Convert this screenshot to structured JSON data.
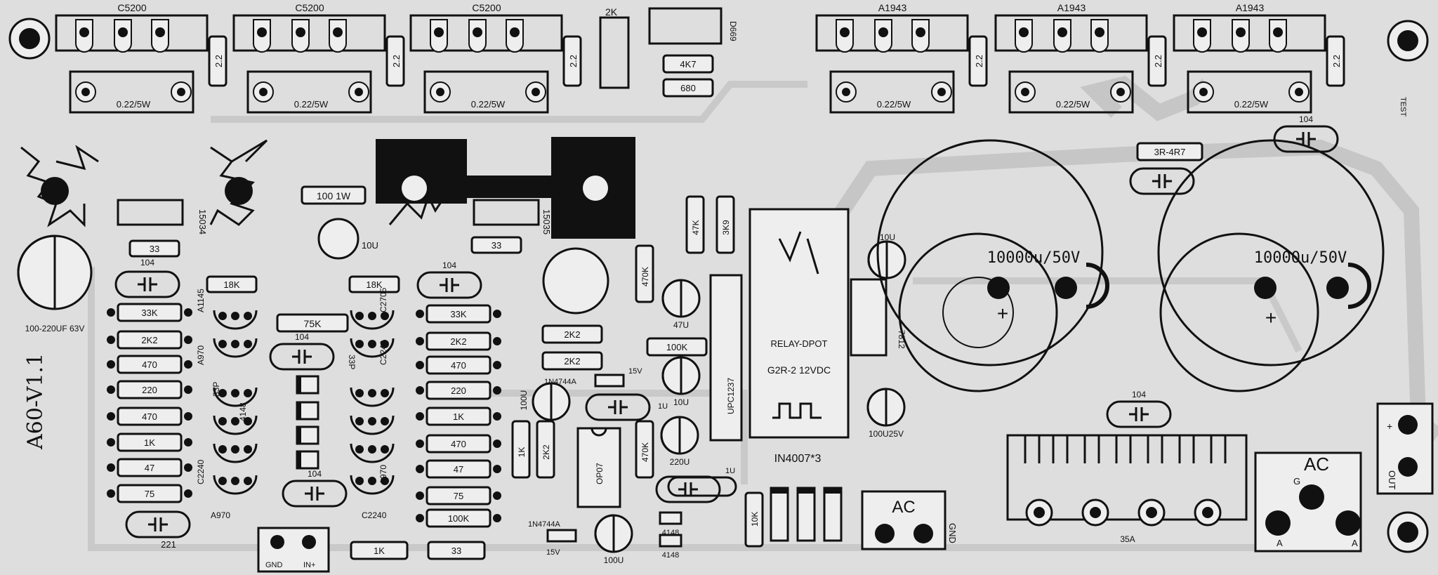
{
  "board_id": "A60-V1.1",
  "transistors_npn": [
    "C5200",
    "C5200",
    "C5200"
  ],
  "transistors_pnp": [
    "A1943",
    "A1943",
    "A1943"
  ],
  "driver_transistor": "D669",
  "resistor_22": "2.2",
  "emitter_resistor": "0.22/5W",
  "pot": "2K",
  "r_4k7": "4K7",
  "r_680": "680",
  "r_100_1w": "100 1W",
  "vbe_left": "15034",
  "vbe_right": "15035",
  "cap_100_220": "100-220UF 63V",
  "cap_10u": "10U",
  "cap_104": "104",
  "r_33": "33",
  "r_18k": "18K",
  "r_33k": "33K",
  "r_2k2": "2K2",
  "r_470": "470",
  "r_220": "220",
  "r_1k": "1K",
  "r_47": "47",
  "r_75": "75",
  "r_75k": "75K",
  "r_100k": "100K",
  "r_470k": "470K",
  "r_47k": "47K",
  "r_3k9": "3K9",
  "r_10k": "10K",
  "r_3r4r7": "3R-4R7",
  "t_a1145": "A1145",
  "t_a970": "A970",
  "t_c2705": "C2705",
  "t_c2240": "C2240",
  "cap_33p": "33P",
  "d_4148": "4148",
  "cap_221": "221",
  "zener_1": "1N4744A",
  "zener_2": "1N4744A",
  "v15": "15V",
  "cap_100u": "100U",
  "cap_1u": "1U",
  "cap_47u": "47U",
  "cap_220u": "220U",
  "cap_100u25v": "100U25V",
  "opamp": "OP07",
  "upc": "UPC1237",
  "relay_label": "RELAY-DPOT",
  "relay_model": "G2R-2 12VDC",
  "reg": "7812",
  "diodes": "IN4007*3",
  "main_cap": "10000u/50V",
  "plus": "+",
  "ac": "AC",
  "gnd": "GND",
  "bridge": "35A",
  "out": "OUT",
  "test": "TEST",
  "conn_gnd": "GND",
  "conn_in": "IN+",
  "ac_g": "G",
  "ac_a": "A"
}
